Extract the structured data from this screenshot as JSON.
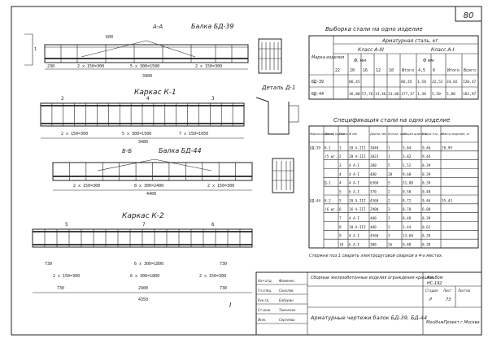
{
  "sheet_number": "80",
  "beam1": {
    "title": "Балка БД-39",
    "section": "А-А",
    "dims_bottom": [
      "2 х 150=300",
      "5 х 300=1500",
      "2 х 150=300"
    ],
    "overall": "3900",
    "left_end": "230",
    "left_gap": "600",
    "mark_1": "1"
  },
  "cage1": {
    "title": "Каркас К-1",
    "dims": [
      "2 х 150=300",
      "5 х 300=1500",
      "7 х 150=1050"
    ],
    "overall": "3480",
    "pos": [
      "2",
      "4",
      "3"
    ]
  },
  "beam2": {
    "title": "Балка БД-44",
    "section": "Б-Б",
    "dims": [
      "2 х 150=300",
      "8 х 300=2400",
      "2 х 150=300"
    ],
    "overall": "4400"
  },
  "cage2": {
    "title": "Каркас К-2",
    "dims_top": [
      "730",
      "6 х 300=1800",
      "730"
    ],
    "dims_mid": [
      "2 х 150=300",
      "6 х 300=1800",
      "2 х 150=300"
    ],
    "dims_bottom": [
      "730",
      "2900",
      "730"
    ],
    "overall": "4350",
    "pos": [
      "5",
      "7",
      "6"
    ]
  },
  "detail": {
    "title": "Деталь Д-1"
  },
  "table1": {
    "title": "Выборка стали на одно изделие",
    "group": "Арматурная сталь, кг",
    "col_mark": "Марка изделия",
    "class_a3": "Класс А-III",
    "class_a1": "Класс А-I",
    "dia_label": "Ф, мм",
    "dia_label2": "Ф мм",
    "sub_cols": [
      "22",
      "20",
      "16",
      "12",
      "10",
      "Итого",
      "4,5",
      "6",
      "Итого",
      "Всего"
    ],
    "rows": [
      {
        "mark": "БД-39",
        "vals": [
          "",
          "86,45",
          "",
          "",
          "",
          "86,45",
          "1,50",
          "32,52",
          "34,02",
          "120,47"
        ]
      },
      {
        "mark": "БД-44",
        "vals": [
          "",
          "36,80",
          "57,76",
          "13,46",
          "31,06",
          "177,17",
          "1,30",
          "5,50",
          "5,80",
          "182,97"
        ]
      }
    ]
  },
  "table2": {
    "title": "Спецификация стали на одно изделие",
    "headers": [
      "Марка изделия",
      "Марка каркаса",
      "Поз.",
      "Ф мм",
      "Длина, мм",
      "Кол-во, шт.",
      "Общая длина, м",
      "Масса п.м., кг",
      "Масса изделия, кг"
    ],
    "rows": [
      [
        "БД-39",
        "К-1",
        "1",
        "20 А-III",
        "3840",
        "1",
        "3,84",
        "9,46",
        "20,99"
      ],
      [
        "",
        "(5 шт.)",
        "2",
        "20 А-III",
        "3823",
        "1",
        "3,82",
        "9,46",
        ""
      ],
      [
        "",
        "",
        "3",
        "4 А-I",
        "380",
        "5",
        "1,52",
        "0,39",
        ""
      ],
      [
        "",
        "",
        "4",
        "4 А-I",
        "480",
        "20",
        "9,60",
        "0,39",
        ""
      ],
      [
        "",
        "Д-1",
        "4",
        "4 А-I",
        "6360",
        "5",
        "31,80",
        "0,39",
        ""
      ],
      [
        "",
        "",
        "5",
        "6 А-I",
        "370",
        "2",
        "0,50",
        "0,48",
        ""
      ],
      [
        "БД-44",
        "К-2",
        "5",
        "20 А-III",
        "4360",
        "2",
        "8,72",
        "9,46",
        "35,43"
      ],
      [
        "",
        "(6 шт.)",
        "6",
        "16 А-III",
        "2900",
        "3",
        "8,70",
        "6,00",
        ""
      ],
      [
        "",
        "",
        "7",
        "4 А-I",
        "480",
        "1",
        "0,48",
        "0,39",
        ""
      ],
      [
        "",
        "",
        "8",
        "10 А-III",
        "480",
        "3",
        "1,44",
        "0,62",
        ""
      ],
      [
        "",
        "",
        "9",
        "4 А-I",
        "4560",
        "3",
        "13,68",
        "0,39",
        ""
      ],
      [
        "",
        "",
        "10",
        "6 А-I",
        "380",
        "26",
        "9,88",
        "0,39",
        ""
      ]
    ]
  },
  "note": "Стержни поз.1 сварить электродуговой сваркой в 4-х местах.",
  "title_block": {
    "project": "Сборные железобетонные изделия ограждения крышки",
    "drawing": "Арматурные чертежи балок БД-39, БД-44",
    "album": "Альбом",
    "code": "НС-192",
    "stage": "Стадия",
    "sheet": "Лист",
    "sheets": "Листов",
    "stage_val": "Р",
    "sheet_val": "73",
    "org": "МосИнжПроект г.Москва",
    "roles": [
      "Нач.отд.",
      "Гл.спец.",
      "Рук.гр.",
      "Ст.инж.",
      "Инж."
    ],
    "names": [
      "Фоменко",
      "Соколов",
      "Бабурин",
      "Тимченко",
      "Сергеева"
    ]
  }
}
